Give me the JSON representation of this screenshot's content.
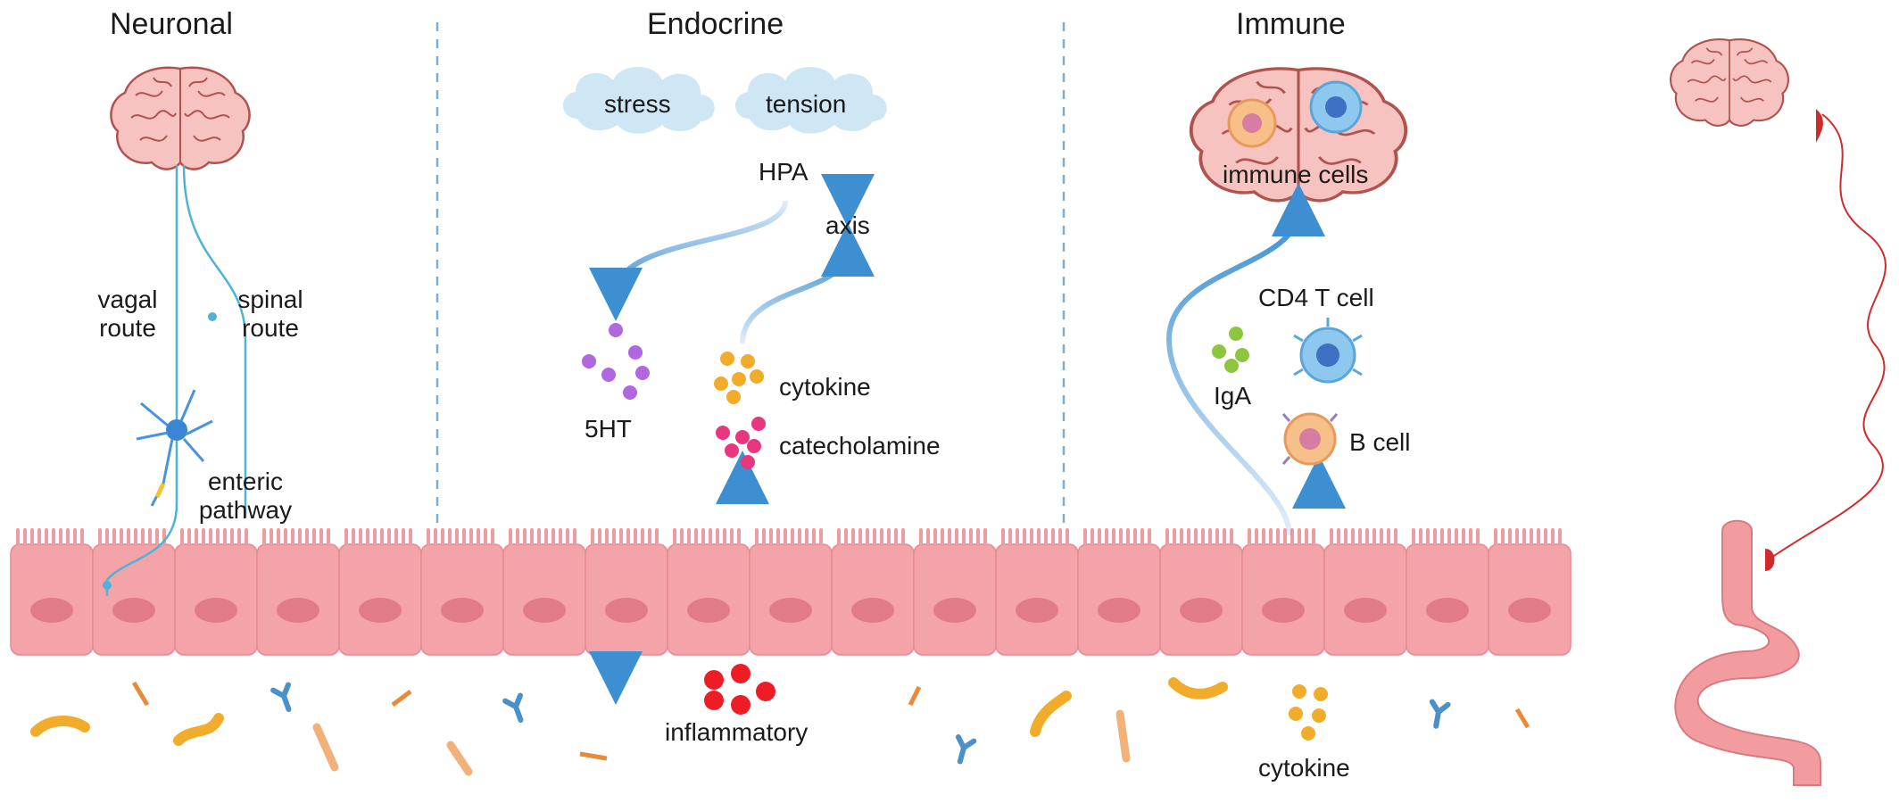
{
  "sections": {
    "neuronal": "Neuronal",
    "endocrine": "Endocrine",
    "immune": "Immune"
  },
  "neuronal": {
    "vagal_line1": "vagal",
    "vagal_line2": "route",
    "spinal_line1": "spinal",
    "spinal_line2": "route",
    "enteric_line1": "enteric",
    "enteric_line2": "pathway"
  },
  "endocrine": {
    "stress": "stress",
    "tension": "tension",
    "hpa": "HPA",
    "axis": "axis",
    "serotonin": "5HT",
    "cytokine": "cytokine",
    "catecholamine": "catecholamine",
    "inflammatory": "inflammatory"
  },
  "immune": {
    "immune_cells": "immune cells",
    "cd4": "CD4 T cell",
    "iga": "IgA",
    "bcell": "B cell",
    "cytokine": "cytokine"
  },
  "colors": {
    "brain": "#f6c3c0",
    "brain_outline": "#b0524d",
    "epithelium": "#f4a3a8",
    "nucleus": "#e07b87",
    "nerve": "#4fb3d6",
    "arrow": "#3d8fd1",
    "cloud": "#cfe7f5",
    "serotonin": "#b067e0",
    "cytokine": "#f2ac2c",
    "catecholamine": "#e8377e",
    "inflammatory": "#ee1c25",
    "iga": "#8cc63f",
    "antibody": "#4a90c9",
    "gut_nerve": "#d12a2a"
  }
}
